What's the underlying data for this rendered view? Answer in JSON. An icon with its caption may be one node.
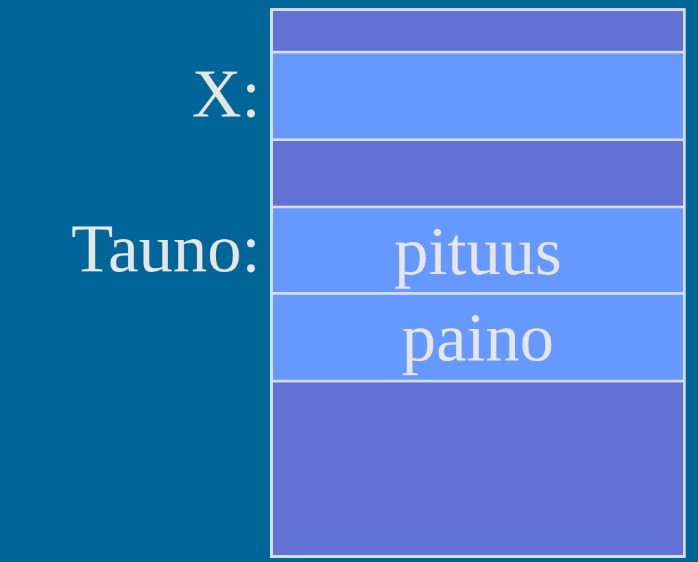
{
  "diagram": {
    "nodes": [
      {
        "text": [],
        "shape": "box"
      },
      {
        "text": [],
        "shape": "box",
        "beside": [
          "X:"
        ]
      },
      {
        "text": [],
        "shape": "box"
      },
      {
        "text": [
          "pituus"
        ],
        "beside": [
          "Tauno:"
        ]
      },
      {
        "text": [
          "paino"
        ]
      },
      {
        "text": [],
        "shape": "box"
      }
    ]
  }
}
